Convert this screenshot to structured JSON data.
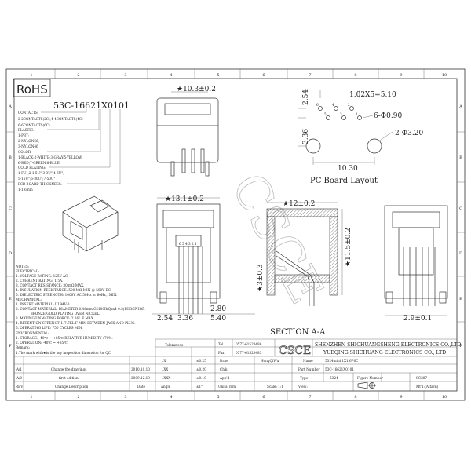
{
  "frame": {
    "columns": [
      "1",
      "2",
      "3",
      "4",
      "5",
      "6",
      "7",
      "8",
      "9",
      "10"
    ],
    "rows": [
      "A",
      "B",
      "C",
      "D",
      "E",
      "F"
    ]
  },
  "rohs": "RoHS",
  "part_code": {
    "code": "53C-16621X0101",
    "lines": [
      "CONTACTS:",
      "2-2CONTACTS(2C);4-4CONTACTS(4C)",
      "6-6CONTACTS(6C)",
      "PLASTIC:",
      "1-PBT;",
      "2-NYLON66;",
      "3-NYLON46",
      "COLOR:",
      "1-BLACK;2-WHITE;3-GRAY;5-YELLOW;",
      "6-RED;7-GREEN;8-BLUE",
      "GOLD PLATING:",
      "1-FU\";2-1.5U\";3-3U\";4-6U\";",
      "5-15U\";6-30U\";7-50U\"",
      "PCB BOARD THICKNESS:",
      "1-1.6mm"
    ]
  },
  "notes": [
    "NOTES:",
    "ELECTRICAL:",
    "1. VOLTAGE RATING: 125V AC.",
    "2. CURRENT RATING: 1.5A.",
    "3. CONTACT RESISTANCE: 30 mΩ MAX.",
    "4. INSULATION RESISTANCE: 500 MΩ MIN @ 500V DC.",
    "5. DIELECTRIC STRENGTH: 1000V AC 50Hz or 60Hz,1MIN.",
    "MECHANICAL:",
    "1. INSERT MATERIAL: UL94V-0.",
    "2. CONTACT MATERIAL: DIAMETER 0.46mm C5100R(Qsn4-0.3)PHOSPHOR",
    "              BRONZE GOLD PLATING OVER NICKEL.",
    "3. MATING/UNMATING FORCE: 2.26L F MAX.",
    "4. RETENTION STRENGTH: 7.7KL F MIN BETWEEN JACK AND PLUG.",
    "5. OPERATING LIFE: 750 CYCLES MIN.",
    "ENVIRONMENTAL:",
    "1. STORAGE: -40℃ ~ +85℃ RELATIVE HUMIDITY<70%.",
    "2. OPERATION: -40℃ ~ +85℃.",
    "Remark:",
    "1.The mark with★is the key inspection dimension for QC"
  ],
  "dimensions": {
    "top_width": "★10.3±0.2",
    "front_width": "★13.1±0.2",
    "section_width": "★12±0.2",
    "section_height": "★11.5±0.2",
    "pin_height": "★3±0.3",
    "dim_254": "2.54",
    "dim_336": "3.36",
    "dim_280": "2.80",
    "dim_540": "5.40",
    "side_width": "2.9±0.1",
    "pcb_pitch": "1.02X5=5.10",
    "pcb_hole_small": "6-Φ0.90",
    "pcb_hole_large": "2-Φ3.20",
    "pcb_254": "2.54",
    "pcb_336": "3.36",
    "pcb_1030": "10.30",
    "pin_numbers": "6 5 4 3 2 1",
    "pcb_pin_labels": [
      "6",
      "4",
      "2",
      "5",
      "3",
      "1"
    ]
  },
  "labels": {
    "pcb_layout": "PC Board Layout",
    "section": "SECTION A-A"
  },
  "title_block": {
    "tolerances": "Tolerances",
    "tol_rows": [
      {
        "k": ".X",
        "v": "±0.25"
      },
      {
        "k": ".XX",
        "v": "±0.20"
      },
      {
        "k": ".XXX",
        "v": "±0.10"
      },
      {
        "k": "Angle",
        "v": "±1°"
      }
    ],
    "tel_label": "Tel",
    "tel": "0577-61523486",
    "fax_label": "Fax",
    "fax": "0577-61523483",
    "logo": "CSCE",
    "company1": "SHENZHEN SHICHUANGSHENG ELECTRONICS CO.,LTD",
    "company2": "YUEQING SHICHUANG ELECTRONICS CO., LTD",
    "draw_label": "Draw",
    "draw": "HongQiWu",
    "check_label": "Ch'k",
    "app_label": "App'd",
    "units": "Units: mm",
    "name_label": "Name",
    "name": "5324mini 1X1 6P6C",
    "part_label": "Part Number",
    "part": "53C-16621X0101",
    "type_label": "Type",
    "type": "5324",
    "figure_label": "Figure Number",
    "figure": "SC387",
    "scale": "Scale: 1:1",
    "view": "View:",
    "sheet": "Mt'1:(Attach)",
    "revisions": [
      {
        "rev": "A/1",
        "desc": "Change the drawings",
        "date": "2010.10.10"
      },
      {
        "rev": "A/0",
        "desc": "first edition",
        "date": "2009.12.19"
      }
    ],
    "rev_header": "REV",
    "desc_header": "Change Description",
    "date_header": "Date"
  }
}
